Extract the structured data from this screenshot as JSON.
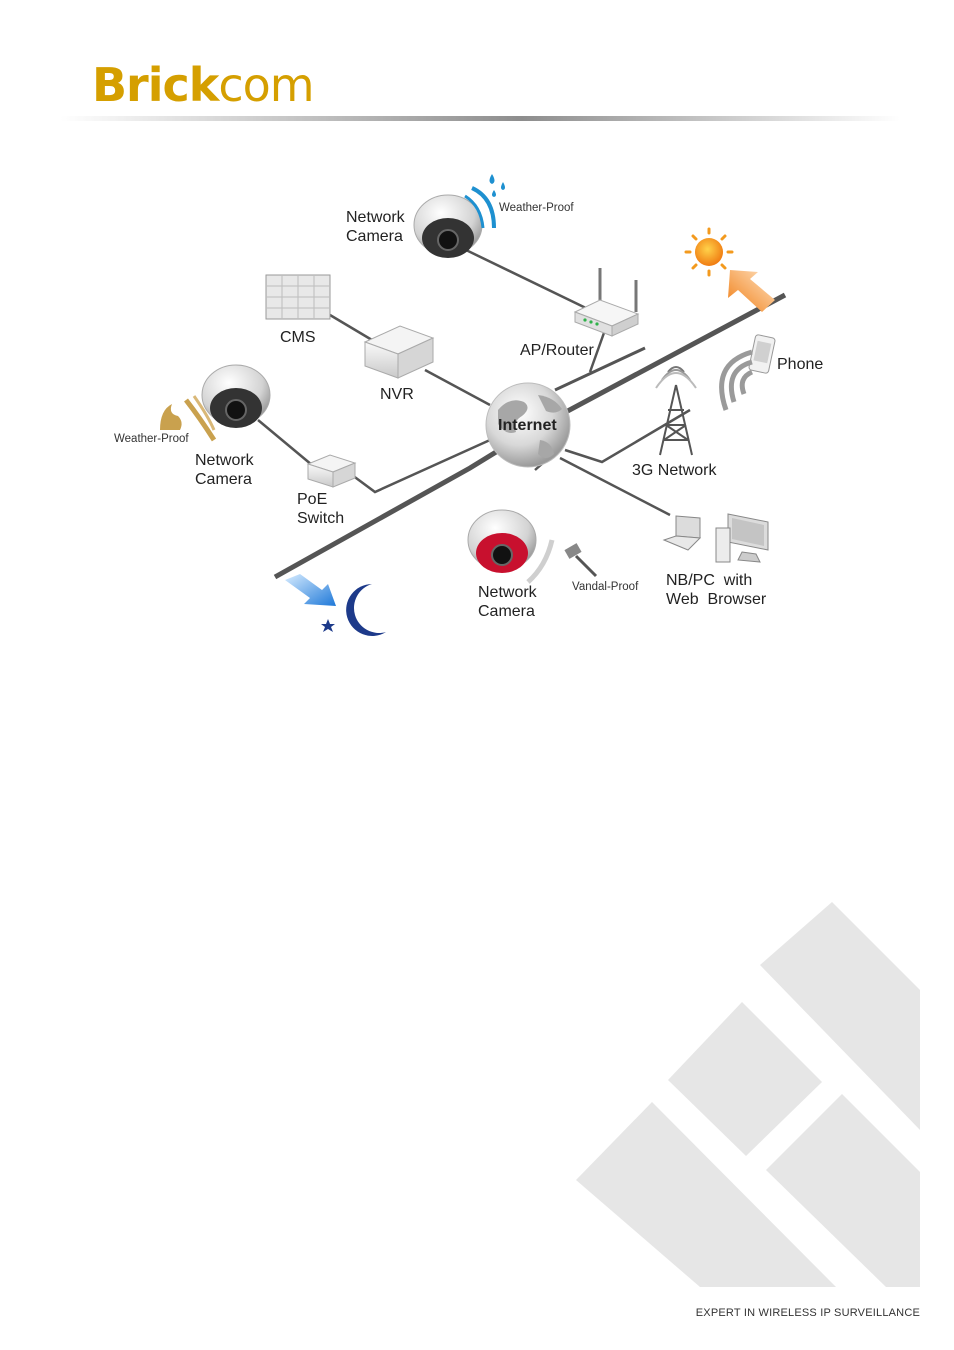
{
  "header": {
    "logo_bold": "Brick",
    "logo_light": "com"
  },
  "diagram": {
    "center_label": "Internet",
    "nodes": {
      "top_camera": "Network\nCamera",
      "top_camera_badge": "Weather-Proof",
      "cms": "CMS",
      "nvr": "NVR",
      "ap_router": "AP/Router",
      "phone": "Phone",
      "network_3g": "3G Network",
      "left_camera": "Network\nCamera",
      "left_camera_badge": "Weather-Proof",
      "poe_switch": "PoE\nSwitch",
      "bottom_camera": "Network\nCamera",
      "bottom_camera_badge": "Vandal-Proof",
      "nb_pc": "NB/PC  with\nWeb  Browser"
    },
    "colors": {
      "logo": "#d59f00",
      "sun": "#f39a1e",
      "moon": "#1d3a8a",
      "weather_blue": "#1e90d0",
      "weather_gold": "#c9a14e",
      "camera_red": "#c8102e",
      "line": "#555555"
    }
  },
  "footer": {
    "tagline": "EXPERT IN WIRELESS IP SURVEILLANCE"
  }
}
